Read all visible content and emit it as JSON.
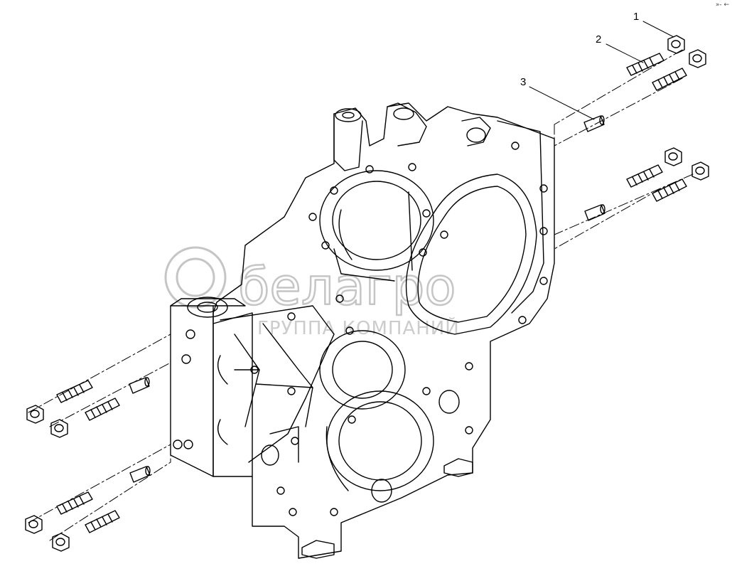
{
  "callouts": [
    {
      "id": "1",
      "label": "1"
    },
    {
      "id": "2",
      "label": "2"
    },
    {
      "id": "3",
      "label": "3"
    }
  ],
  "corner_mark": "»‐ ←",
  "watermark": {
    "name": "белагро",
    "tagline": "ГРУППА КОМПАНИЙ",
    "color": "#b8b8b8"
  },
  "colors": {
    "line": "#000000",
    "background": "#ffffff"
  }
}
